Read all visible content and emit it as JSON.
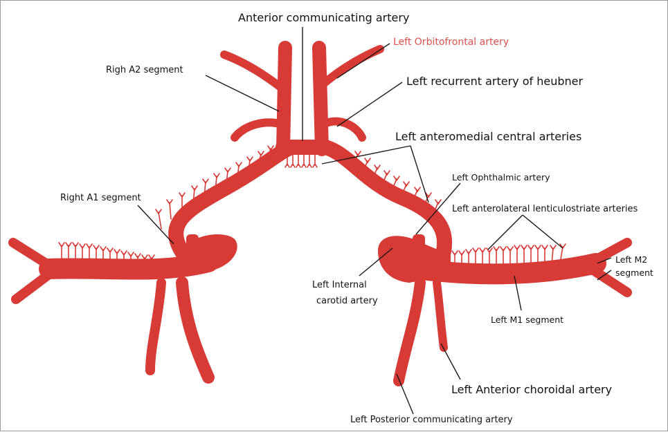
{
  "labels": {
    "acom": "Anterior communicating artery",
    "orbitofrontal": "Left Orbitofrontal artery",
    "right_a2": "Righ A2 segment",
    "heubner": "Left recurrent artery of heubner",
    "anteromedial": "Left anteromedial central arteries",
    "ophthalmic": "Left Ophthalmic artery",
    "right_a1": "Right A1 segment",
    "lenticulostriate": "Left anterolateral lenticulostriate arteries",
    "m2_line1": "Left M2",
    "m2_line2": "segment",
    "ica_line1": "Left Internal",
    "ica_line2": "carotid artery",
    "m1": "Left M1 segment",
    "choroidal": "Left Anterior choroidal artery",
    "pcom": "Left Posterior communicating artery"
  },
  "colors": {
    "artery": "#d83a36",
    "highlight_label": "#e0504c",
    "text": "#111111"
  }
}
